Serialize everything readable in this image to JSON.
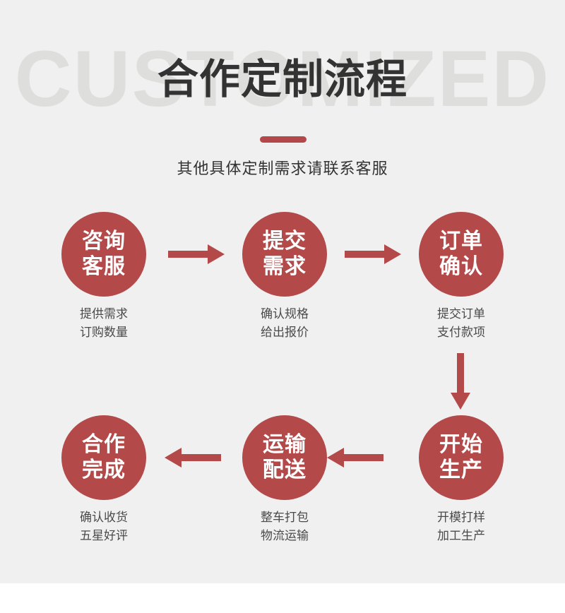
{
  "header": {
    "watermark": "CUSTOMIZED",
    "title": "合作定制流程",
    "subtitle": "其他具体定制需求请联系客服",
    "divider_color": "#b4474a"
  },
  "theme": {
    "background": "#f0f0f0",
    "page_background": "#ffffff",
    "accent": "#b4494a",
    "watermark_color": "#dededc",
    "title_color": "#333333",
    "caption_color": "#4a4a4a",
    "circle_text_color": "#ffffff"
  },
  "flow": {
    "steps": [
      {
        "index": 1,
        "circle_line1": "咨询",
        "circle_line2": "客服",
        "caption_line1": "提供需求",
        "caption_line2": "订购数量"
      },
      {
        "index": 2,
        "circle_line1": "提交",
        "circle_line2": "需求",
        "caption_line1": "确认规格",
        "caption_line2": "给出报价"
      },
      {
        "index": 3,
        "circle_line1": "订单",
        "circle_line2": "确认",
        "caption_line1": "提交订单",
        "caption_line2": "支付款项"
      },
      {
        "index": 4,
        "circle_line1": "开始",
        "circle_line2": "生产",
        "caption_line1": "开模打样",
        "caption_line2": "加工生产"
      },
      {
        "index": 5,
        "circle_line1": "运输",
        "circle_line2": "配送",
        "caption_line1": "整车打包",
        "caption_line2": "物流运输"
      },
      {
        "index": 6,
        "circle_line1": "合作",
        "circle_line2": "完成",
        "caption_line1": "确认收货",
        "caption_line2": "五星好评"
      }
    ],
    "connectors": [
      {
        "id": "arrow-r1",
        "direction": "right",
        "from": 1,
        "to": 2
      },
      {
        "id": "arrow-r2",
        "direction": "right",
        "from": 2,
        "to": 3
      },
      {
        "id": "arrow-down",
        "direction": "down",
        "from": 3,
        "to": 4
      },
      {
        "id": "arrow-l1",
        "direction": "left",
        "from": 4,
        "to": 5
      },
      {
        "id": "arrow-l2",
        "direction": "left",
        "from": 5,
        "to": 6
      }
    ]
  }
}
